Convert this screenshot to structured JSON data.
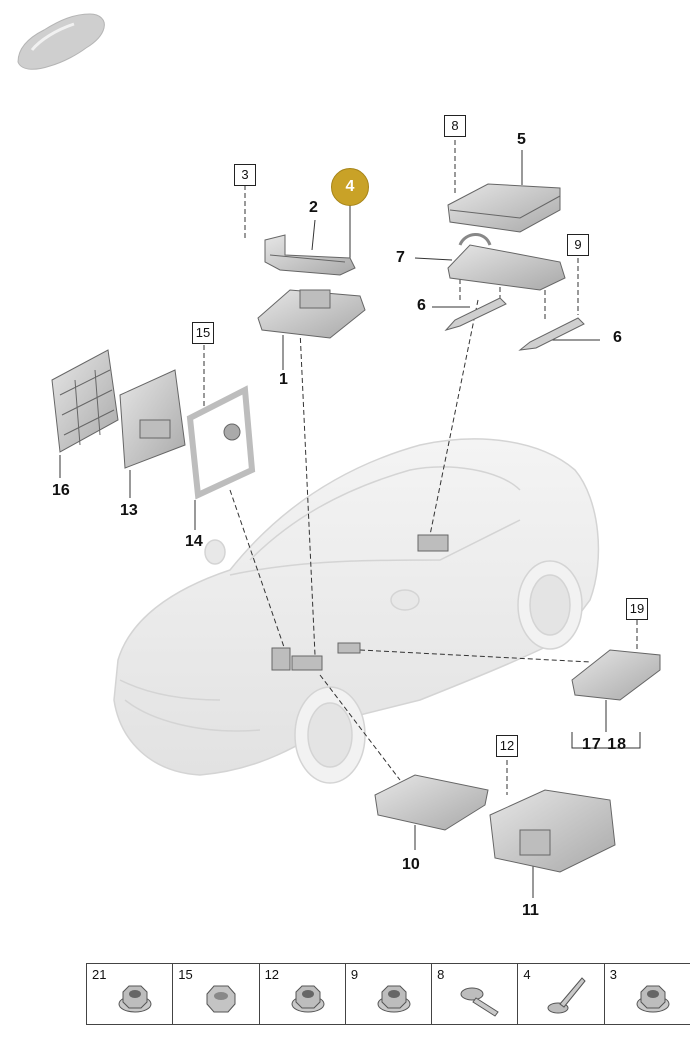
{
  "badge_highlight": "4",
  "callouts": {
    "c1": "1",
    "c2": "2",
    "c5": "5",
    "c6a": "6",
    "c6b": "6",
    "c7": "7",
    "c10": "10",
    "c11": "11",
    "c13": "13",
    "c14": "14",
    "c16": "16"
  },
  "boxed_refs": {
    "b3": "3",
    "b8": "8",
    "b9": "9",
    "b12": "12",
    "b15": "15",
    "b19": "19"
  },
  "bracket_labels": {
    "b1718": "17 18"
  },
  "fasteners": [
    {
      "num": "21",
      "icon": "flange-nut-icon"
    },
    {
      "num": "15",
      "icon": "hex-nut-icon"
    },
    {
      "num": "12",
      "icon": "flange-nut-icon"
    },
    {
      "num": "9",
      "icon": "flange-nut-icon"
    },
    {
      "num": "8",
      "icon": "bolt-icon"
    },
    {
      "num": "4",
      "icon": "long-screw-icon"
    },
    {
      "num": "3",
      "icon": "flange-nut-icon"
    }
  ],
  "colors": {
    "highlight": "#c9a227",
    "part_fill": "#d9d9d9",
    "car_fill": "#ececec",
    "line": "#333333"
  }
}
